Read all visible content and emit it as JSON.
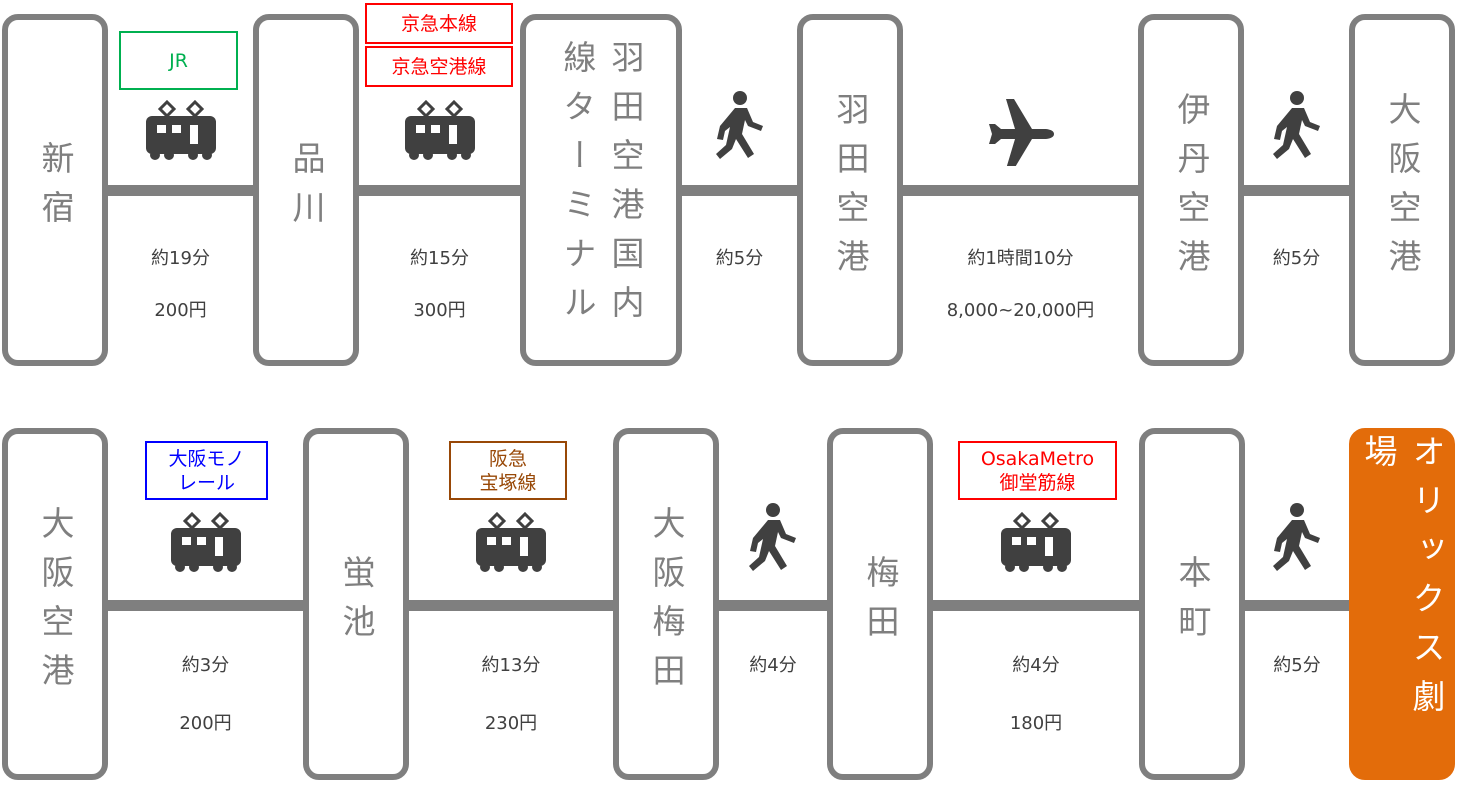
{
  "colors": {
    "gray": "#7f7f7f",
    "icon": "#404040",
    "destination": "#e36c0a",
    "jr": "#00b050",
    "keikyu": "#ff0000",
    "monorail": "#0000ff",
    "hankyu": "#984807",
    "metro": "#ff0000"
  },
  "rows": [
    {
      "stations": [
        "新宿",
        "品川",
        "羽田空港国内線ターミナル",
        "羽田空港",
        "伊丹空港",
        "大阪空港"
      ],
      "segments": [
        {
          "mode": "train-icon",
          "lines": [
            {
              "label": "JR",
              "color": "#00b050"
            }
          ],
          "time": "約19分",
          "price": "200円"
        },
        {
          "mode": "train-icon",
          "lines": [
            {
              "label": "京急本線",
              "color": "#ff0000"
            },
            {
              "label": "京急空港線",
              "color": "#ff0000"
            }
          ],
          "time": "約15分",
          "price": "300円"
        },
        {
          "mode": "walk-icon",
          "lines": [],
          "time": "約5分",
          "price": ""
        },
        {
          "mode": "plane-icon",
          "lines": [],
          "time": "約1時間10分",
          "price": "8,000~20,000円"
        },
        {
          "mode": "walk-icon",
          "lines": [],
          "time": "約5分",
          "price": ""
        }
      ]
    },
    {
      "stations": [
        "大阪空港",
        "蛍池",
        "大阪梅田",
        "梅田",
        "本町",
        "オリックス劇場"
      ],
      "segments": [
        {
          "mode": "train-icon",
          "lines": [
            {
              "label": "大阪モノ\nレール",
              "color": "#0000ff"
            }
          ],
          "time": "約3分",
          "price": "200円"
        },
        {
          "mode": "train-icon",
          "lines": [
            {
              "label": "阪急\n宝塚線",
              "color": "#984807"
            }
          ],
          "time": "約13分",
          "price": "230円"
        },
        {
          "mode": "walk-icon",
          "lines": [],
          "time": "約4分",
          "price": ""
        },
        {
          "mode": "train-icon",
          "lines": [
            {
              "label": "OsakaMetro\n御堂筋線",
              "color": "#ff0000"
            }
          ],
          "time": "約4分",
          "price": "180円"
        },
        {
          "mode": "walk-icon",
          "lines": [],
          "time": "約5分",
          "price": ""
        }
      ]
    }
  ]
}
